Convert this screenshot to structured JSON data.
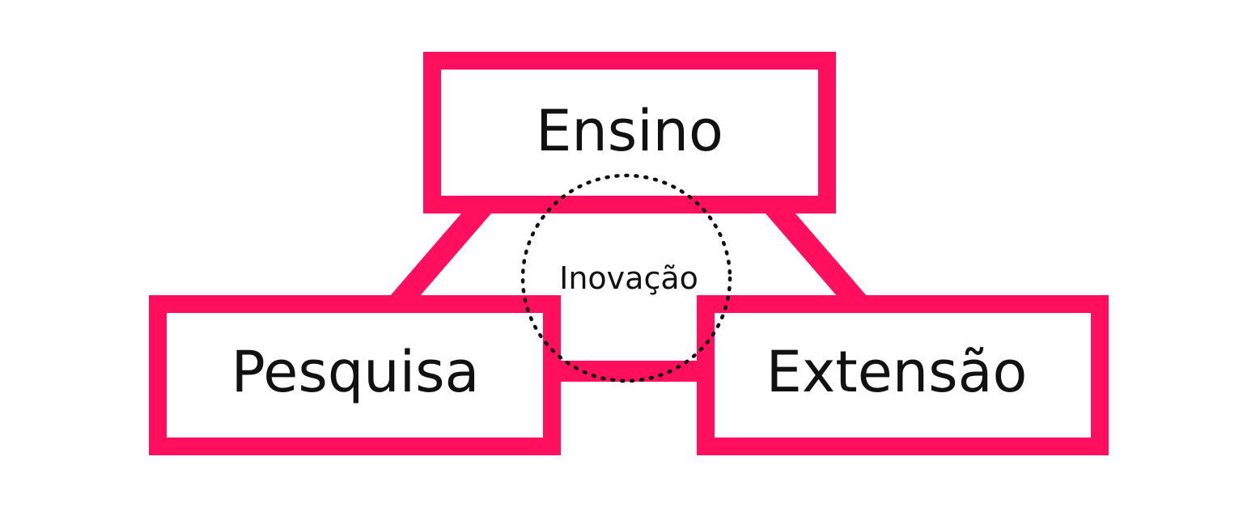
{
  "diagram": {
    "nodes": {
      "ensino": {
        "label": "Ensino"
      },
      "pesquisa": {
        "label": "Pesquisa"
      },
      "extensao": {
        "label": "Extensão"
      },
      "center": {
        "label": "Inovação"
      }
    },
    "colors": {
      "border": "#ff0f5d",
      "text": "#111111",
      "dotted_circle": "#111111",
      "background": "#ffffff"
    }
  }
}
